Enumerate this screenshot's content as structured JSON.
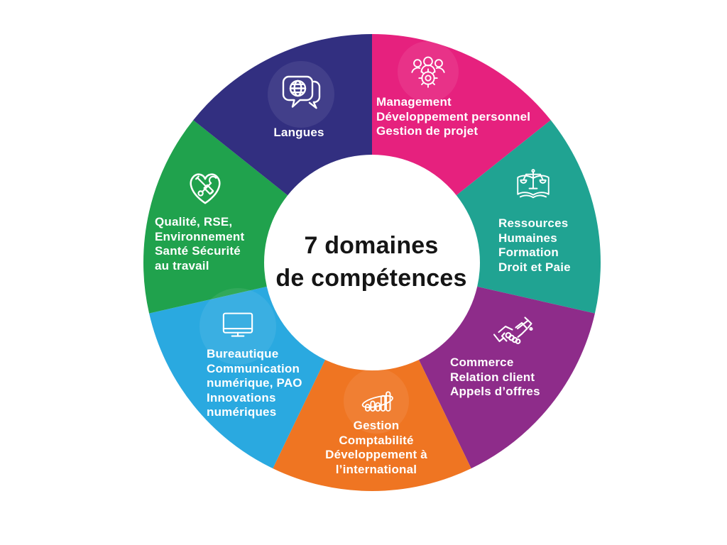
{
  "center": {
    "title": "7 domaines de compétences",
    "title_lines": [
      "7 domaines",
      "de compétences"
    ]
  },
  "chart_data": {
    "type": "pie",
    "variant": "donut",
    "title": "7 domaines de compétences",
    "start_angle_deg": 0,
    "direction": "clockwise",
    "equal_segments": true,
    "background_color": "#ffffff",
    "text_color": "#ffffff",
    "segments": [
      {
        "id": "management",
        "value": 1,
        "color": "#E6217E",
        "icon": "team-gear-icon",
        "label": "Management Développement personnel Gestion de projet",
        "lines": [
          "Management",
          "Développement personnel",
          "Gestion de projet"
        ]
      },
      {
        "id": "ressources-humaines",
        "value": 1,
        "color": "#20A392",
        "icon": "book-scales-icon",
        "label": "Ressources Humaines Formation Droit et Paie",
        "lines": [
          "Ressources",
          "Humaines",
          "Formation",
          "Droit et Paie"
        ]
      },
      {
        "id": "commerce",
        "value": 1,
        "color": "#8E2C8A",
        "icon": "handshake-icon",
        "label": "Commerce Relation client Appels d’offres",
        "lines": [
          "Commerce",
          "Relation client",
          "Appels d’offres"
        ]
      },
      {
        "id": "gestion",
        "value": 1,
        "color": "#EF7522",
        "icon": "chart-orbit-icon",
        "label": "Gestion Comptabilité Développement à l’international",
        "lines": [
          "Gestion",
          "Comptabilité",
          "Développement à",
          "l’international"
        ]
      },
      {
        "id": "bureautique",
        "value": 1,
        "color": "#2AA9E0",
        "icon": "monitor-icon",
        "label": "Bureautique Communication numérique, PAO Innovations numériques",
        "lines": [
          "Bureautique",
          "Communication",
          "numérique, PAO",
          "Innovations",
          "numériques"
        ]
      },
      {
        "id": "qualite",
        "value": 1,
        "color": "#20A24D",
        "icon": "heart-tools-icon",
        "label": "Qualité, RSE, Environnement Santé Sécurité au travail",
        "lines": [
          "Qualité, RSE,",
          "Environnement",
          "Santé Sécurité",
          "au travail"
        ]
      },
      {
        "id": "langues",
        "value": 1,
        "color": "#322F80",
        "icon": "globe-chat-icon",
        "label": "Langues",
        "lines": [
          "Langues"
        ]
      }
    ]
  }
}
